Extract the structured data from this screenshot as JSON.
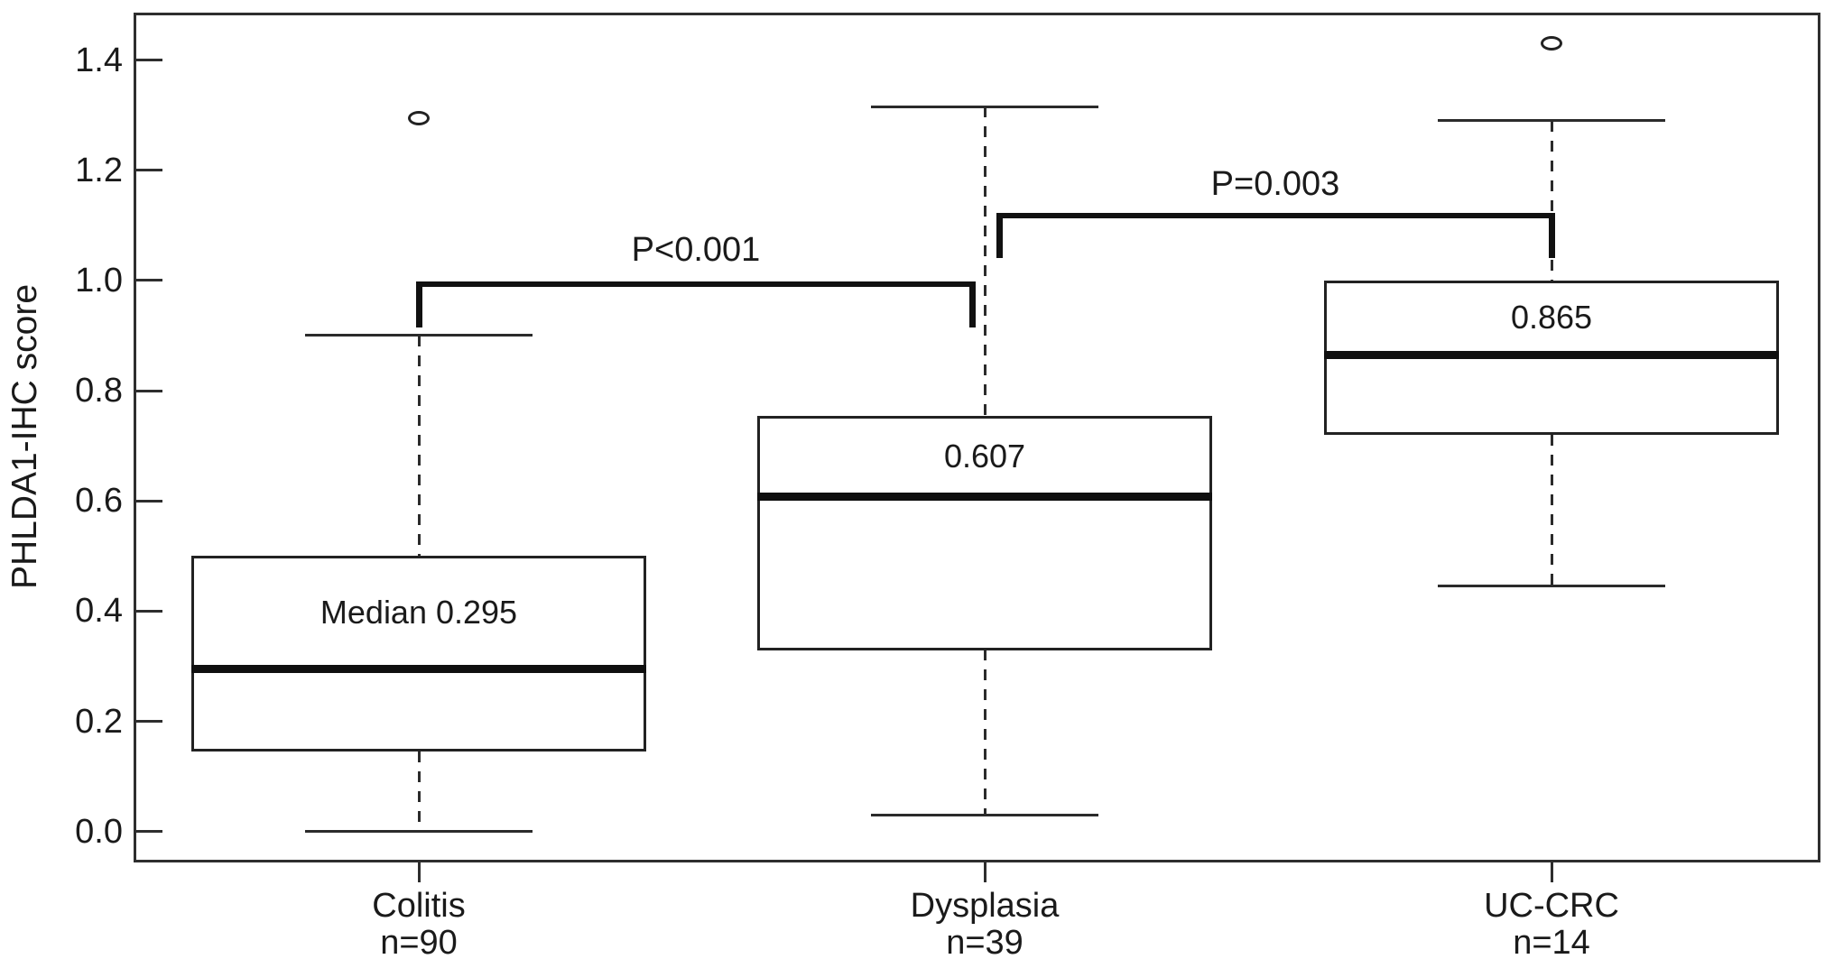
{
  "figure": {
    "background_color": "#ffffff",
    "line_color": "#2e2e2e",
    "box_line_color": "#222222",
    "median_color": "#0f0f0f",
    "bracket_color": "#111111",
    "text_color": "#1a1a1a"
  },
  "chart_data": {
    "type": "box",
    "title": "",
    "xlabel": "",
    "ylabel": "PHLDA1-IHC score",
    "grid": "off",
    "legend": "none",
    "ylim": [
      -0.056,
      1.486
    ],
    "y_ticks": {
      "values": [
        0.0,
        0.2,
        0.4,
        0.6,
        0.8,
        1.0,
        1.2,
        1.4
      ],
      "labels": [
        "0.0",
        "0.2",
        "0.4",
        "0.6",
        "0.8",
        "1.0",
        "1.2",
        "1.4"
      ]
    },
    "groups": [
      {
        "label": "Colitis",
        "n_label": "n=90",
        "annotation": "Median 0.295",
        "low": 0.0,
        "q1": 0.145,
        "median": 0.295,
        "q3": 0.5,
        "high": 0.9,
        "outliers": [
          1.295
        ]
      },
      {
        "label": "Dysplasia",
        "n_label": "n=39",
        "annotation": "0.607",
        "low": 0.03,
        "q1": 0.33,
        "median": 0.607,
        "q3": 0.755,
        "high": 1.315,
        "outliers": []
      },
      {
        "label": "UC-CRC",
        "n_label": "n=14",
        "annotation": "0.865",
        "low": 0.445,
        "q1": 0.72,
        "median": 0.865,
        "q3": 1.0,
        "high": 1.29,
        "outliers": [
          1.43
        ]
      }
    ],
    "significance_brackets": [
      {
        "label": "P<0.001",
        "group_from": 0,
        "group_to": 1,
        "x_from_offset": 0,
        "x_to_offset": -14,
        "bar_value": 0.993,
        "tick_value": 0.915,
        "label_value": 1.055
      },
      {
        "label": "P=0.003",
        "group_from": 1,
        "group_to": 2,
        "x_from_offset": 16,
        "x_to_offset": 0,
        "bar_value": 1.117,
        "tick_value": 1.04,
        "label_value": 1.175
      }
    ]
  }
}
